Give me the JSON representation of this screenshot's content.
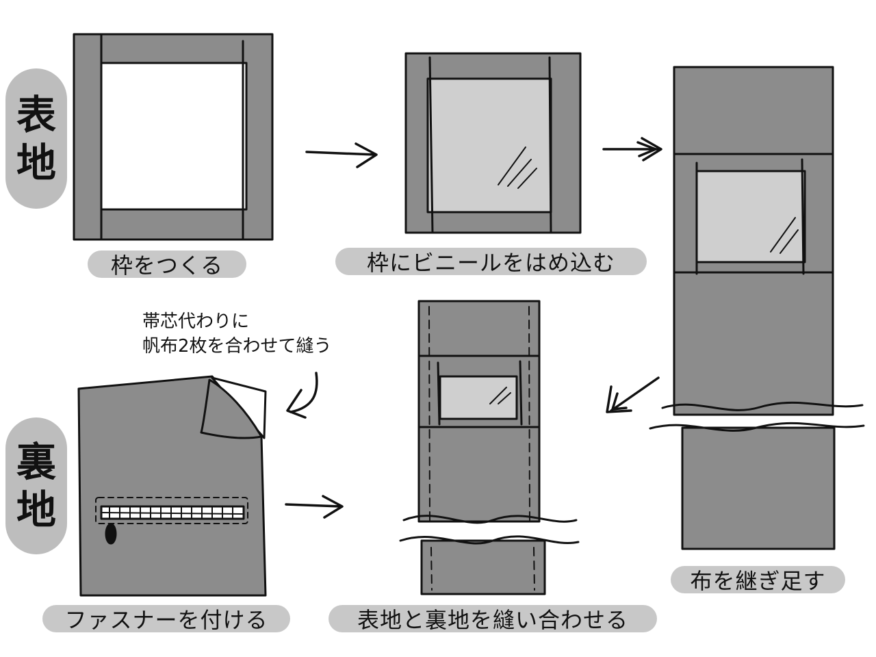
{
  "side_labels": {
    "front": [
      "表",
      "地"
    ],
    "back": [
      "裏",
      "地"
    ]
  },
  "steps": {
    "make_frame": "枠をつくる",
    "insert_vinyl": "枠にビニールをはめ込む",
    "join_fabric": "布を継ぎ足す",
    "attach_zipper": "ファスナーを付ける",
    "sew_together": "表地と裏地を縫い合わせる"
  },
  "note": {
    "line1": "帯芯代わりに",
    "line2": "帆布2枚を合わせて縫う"
  },
  "colors": {
    "fabric": "#8c8c8c",
    "vinyl": "#cfcfcf",
    "label_bg": "#c8c8c8",
    "stroke": "#111111"
  }
}
